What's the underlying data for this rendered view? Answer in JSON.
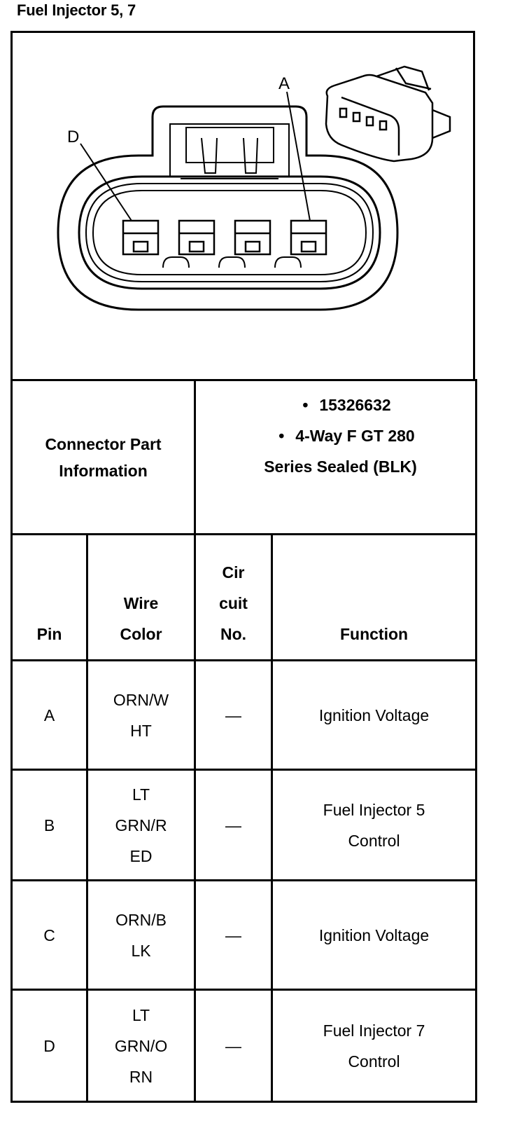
{
  "title": "Fuel Injector 5, 7",
  "diagram": {
    "label_a": "A",
    "label_d": "D"
  },
  "connector_info": {
    "label": [
      "Connector Part",
      "Information"
    ],
    "details": [
      "15326632",
      "4-Way F GT 280",
      "Series Sealed (BLK)"
    ]
  },
  "table": {
    "headers": {
      "pin": "Pin",
      "wire_color": [
        "Wire",
        "Color"
      ],
      "circuit": [
        "Cir",
        "cuit",
        "No."
      ],
      "function": "Function"
    },
    "rows": [
      {
        "pin": "A",
        "wire": [
          "ORN/W",
          "HT"
        ],
        "circuit": "—",
        "function": [
          "Ignition Voltage"
        ]
      },
      {
        "pin": "B",
        "wire": [
          "LT",
          "GRN/R",
          "ED"
        ],
        "circuit": "—",
        "function": [
          "Fuel Injector 5",
          "Control"
        ]
      },
      {
        "pin": "C",
        "wire": [
          "ORN/B",
          "LK"
        ],
        "circuit": "—",
        "function": [
          "Ignition Voltage"
        ]
      },
      {
        "pin": "D",
        "wire": [
          "LT",
          "GRN/O",
          "RN"
        ],
        "circuit": "—",
        "function": [
          "Fuel Injector 7",
          "Control"
        ]
      }
    ]
  }
}
